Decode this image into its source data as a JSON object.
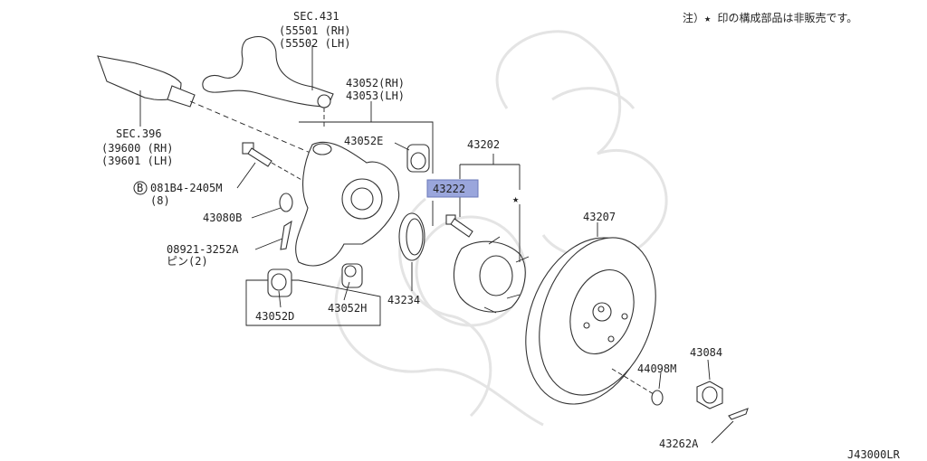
{
  "note": "注）★ 印の構成部品は非販売です。",
  "diagram_id": "J43000LR",
  "labels": {
    "sec431": "SEC.431",
    "p55501": "(55501 (RH)",
    "p55502": "(55502 (LH)",
    "sec396": "SEC.396",
    "p39600": "(39600 (RH)",
    "p39601": "(39601 (LH)",
    "p43052rh": "43052(RH)",
    "p43053lh": "43053(LH)",
    "p43052e": "43052E",
    "p081b4_circ": "B",
    "p081b4": "081B4-2405M",
    "p081b4_qty": "(8)",
    "p43080b": "43080B",
    "p08921": "08921-3252A",
    "pin2": "ピン(2)",
    "p43052d": "43052D",
    "p43052h": "43052H",
    "p43234": "43234",
    "p43202": "43202",
    "p43222": "43222",
    "star": "★",
    "p43207": "43207",
    "p44098m": "44098M",
    "p43084": "43084",
    "p43262a": "43262A"
  },
  "colors": {
    "highlight": "#9aa6dc",
    "line": "#222222",
    "watermark": "#e4e4e4"
  }
}
